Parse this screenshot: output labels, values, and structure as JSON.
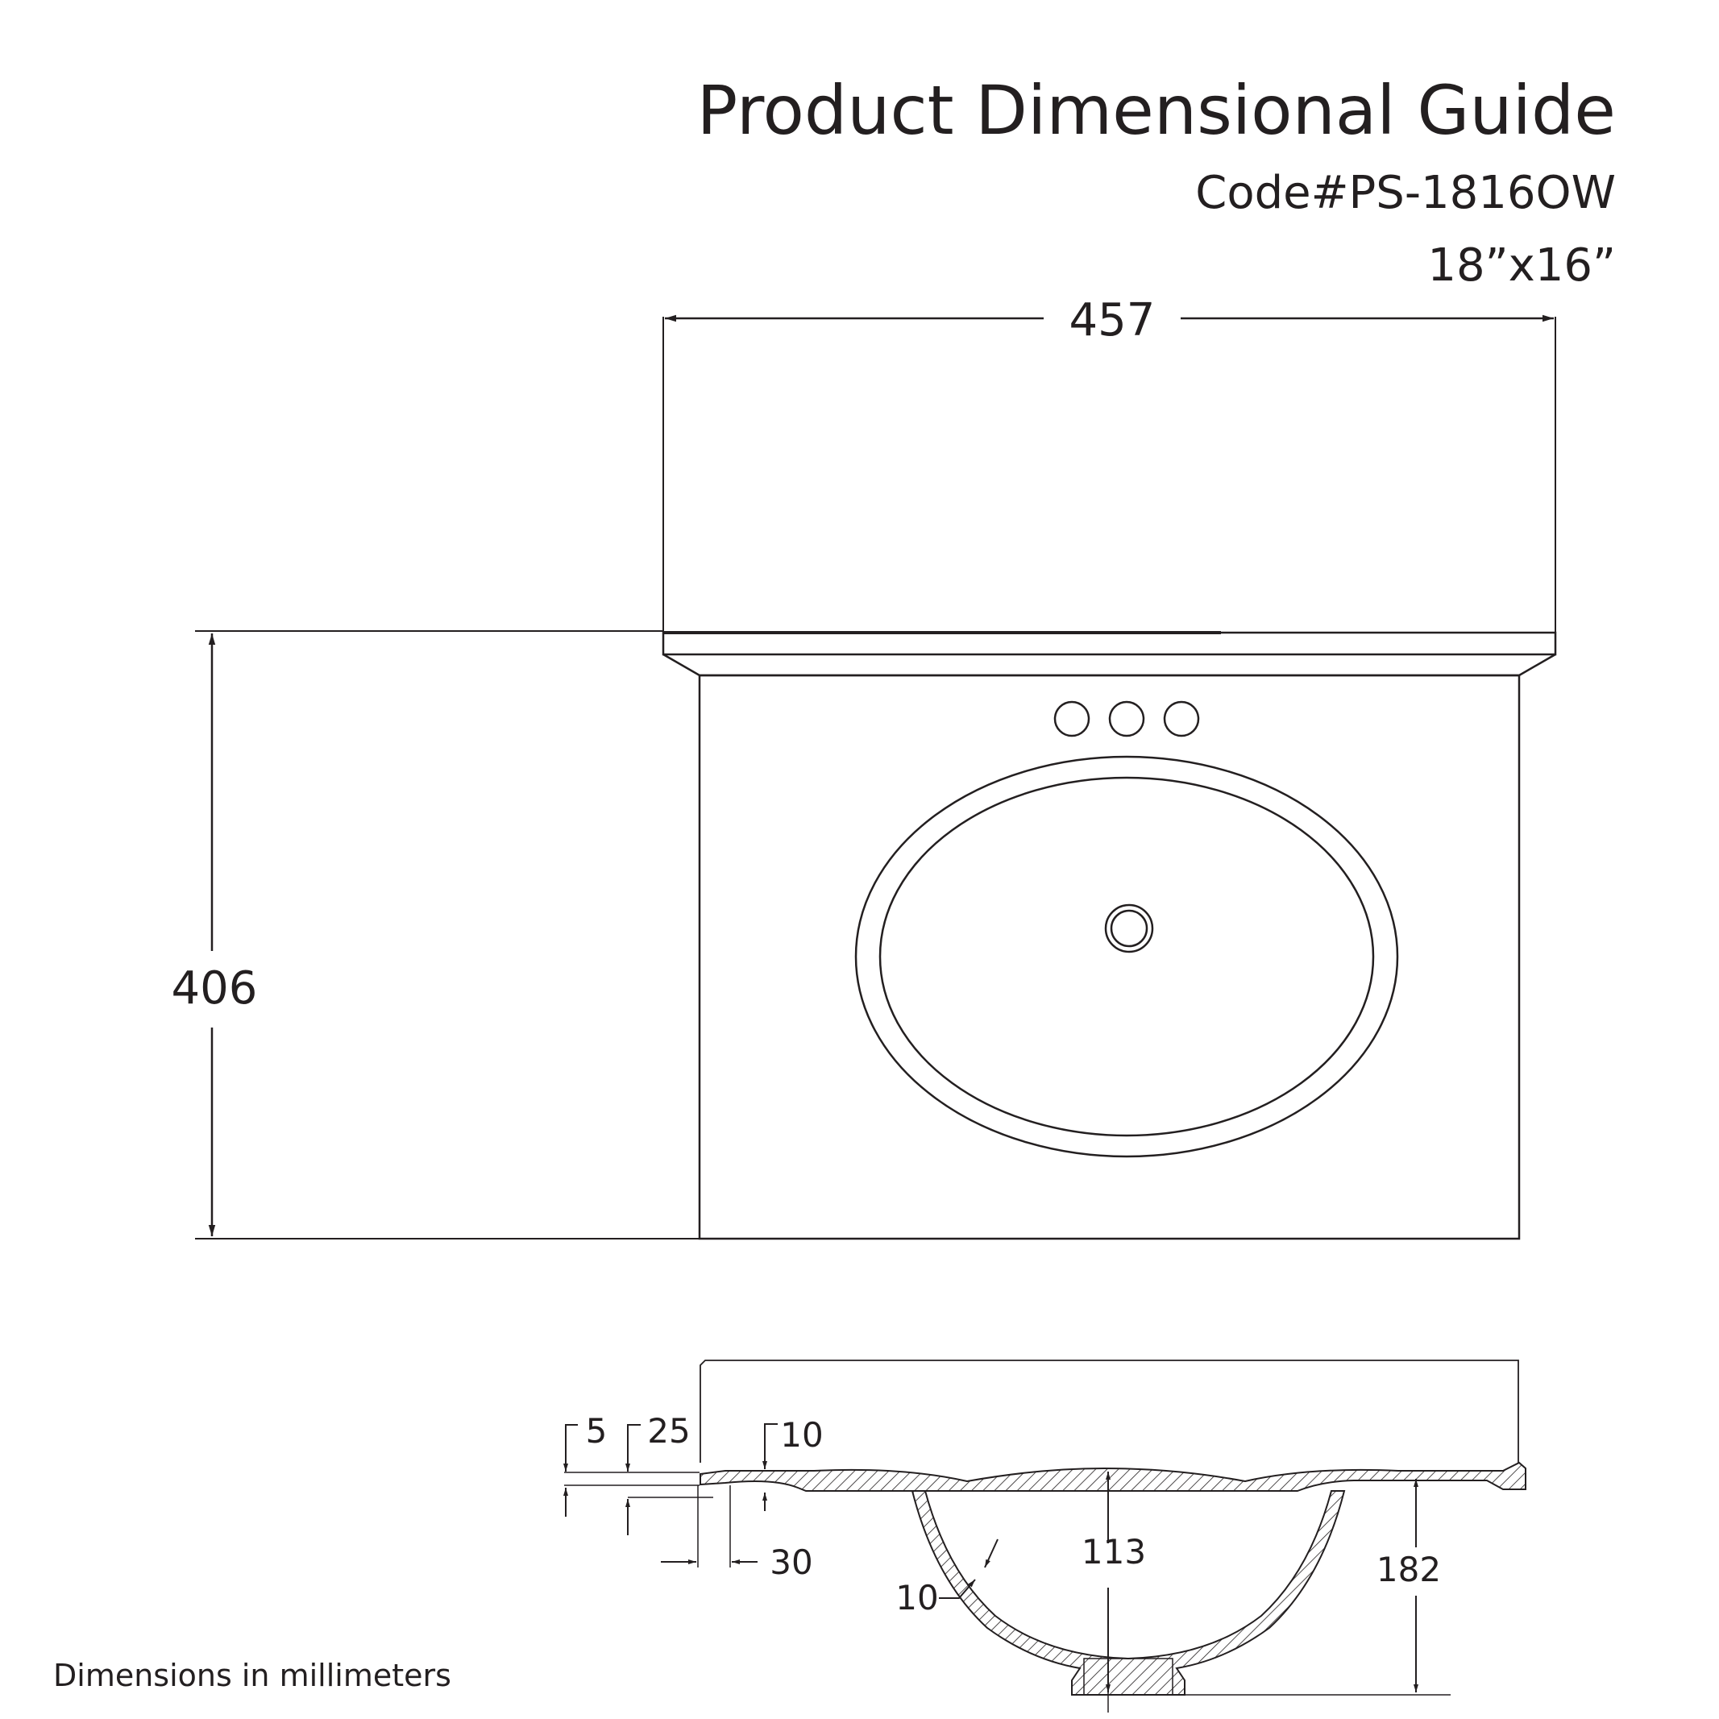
{
  "header": {
    "title": "Product Dimensional Guide",
    "code": "Code#PS-1816OW",
    "size": "18”x16”"
  },
  "top_view": {
    "width_label": "457",
    "depth_label": "406",
    "faucet_holes": 3
  },
  "section_view": {
    "labels": {
      "backsplash_thickness": "5",
      "deck_thickness": "25",
      "deck_wall": "10",
      "edge_depth": "30",
      "bowl_depth": "113",
      "overall_height": "182",
      "bowl_wall": "10"
    }
  },
  "footer": {
    "units_note": "Dimensions in millimeters"
  },
  "colors": {
    "line": "#231f20",
    "background": "#ffffff"
  }
}
